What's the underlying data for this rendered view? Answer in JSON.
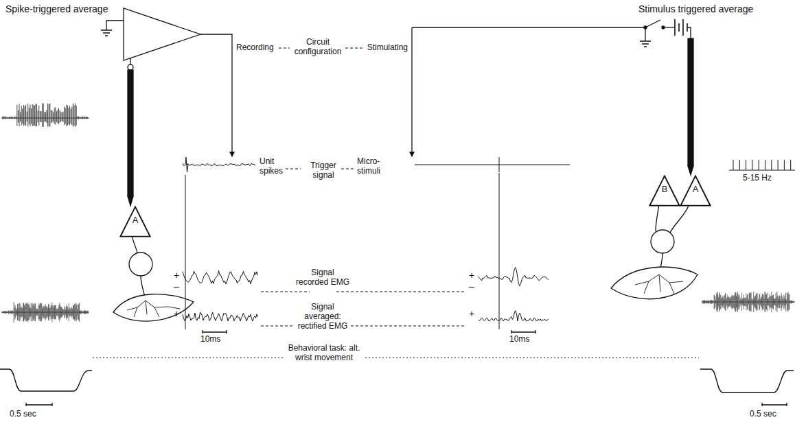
{
  "diagram": {
    "nodes": [
      {
        "text": [
          "A"
        ]
      },
      {
        "text": [
          "B"
        ]
      },
      {
        "text": [
          "A"
        ]
      }
    ],
    "labels": [
      "Spike-triggered average",
      "Stimulus triggered average",
      "Recording",
      "Circuit configuration",
      "Stimulating",
      "Unit spikes",
      "Trigger signal",
      "Micro-stimuli",
      "5-15 Hz",
      "+",
      "–",
      "Signal recorded EMG",
      "+",
      "–",
      "+",
      "Signal averaged: rectified EMG",
      "+",
      "10ms",
      "10ms",
      "Behavioral task: alt. wrist movement",
      "0.5 sec",
      "0.5 sec"
    ]
  }
}
